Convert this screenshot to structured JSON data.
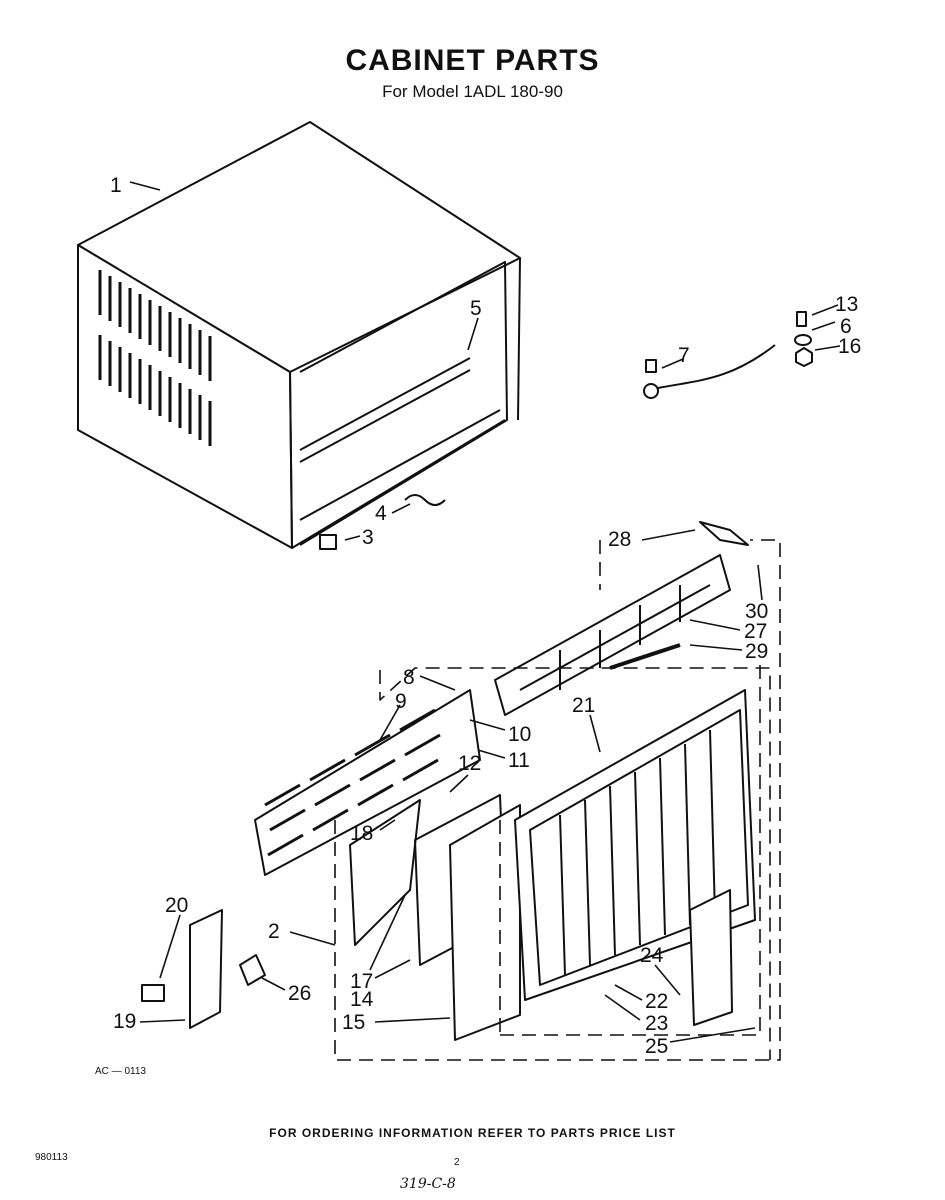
{
  "header": {
    "title": "CABINET PARTS",
    "subtitle": "For Model 1ADL 180-90"
  },
  "callouts": [
    {
      "id": "1",
      "text": "1"
    },
    {
      "id": "2",
      "text": "2"
    },
    {
      "id": "3",
      "text": "3"
    },
    {
      "id": "4",
      "text": "4"
    },
    {
      "id": "5",
      "text": "5"
    },
    {
      "id": "6",
      "text": "6"
    },
    {
      "id": "7",
      "text": "7"
    },
    {
      "id": "8",
      "text": "8"
    },
    {
      "id": "9",
      "text": "9"
    },
    {
      "id": "10",
      "text": "10"
    },
    {
      "id": "11",
      "text": "11"
    },
    {
      "id": "12",
      "text": "12"
    },
    {
      "id": "13",
      "text": "13"
    },
    {
      "id": "14",
      "text": "14"
    },
    {
      "id": "15",
      "text": "15"
    },
    {
      "id": "16",
      "text": "16"
    },
    {
      "id": "17",
      "text": "17"
    },
    {
      "id": "18",
      "text": "18"
    },
    {
      "id": "19",
      "text": "19"
    },
    {
      "id": "20",
      "text": "20"
    },
    {
      "id": "21",
      "text": "21"
    },
    {
      "id": "22",
      "text": "22"
    },
    {
      "id": "23",
      "text": "23"
    },
    {
      "id": "24",
      "text": "24"
    },
    {
      "id": "25",
      "text": "25"
    },
    {
      "id": "26",
      "text": "26"
    },
    {
      "id": "27",
      "text": "27"
    },
    {
      "id": "28",
      "text": "28"
    },
    {
      "id": "29",
      "text": "29"
    },
    {
      "id": "30",
      "text": "30"
    }
  ],
  "footer": {
    "drawing_code": "AC — 0113",
    "doc_number": "980113",
    "ordering_note": "FOR ORDERING INFORMATION REFER TO PARTS PRICE LIST",
    "page_number": "2",
    "handwritten_note": "319-C-8"
  }
}
